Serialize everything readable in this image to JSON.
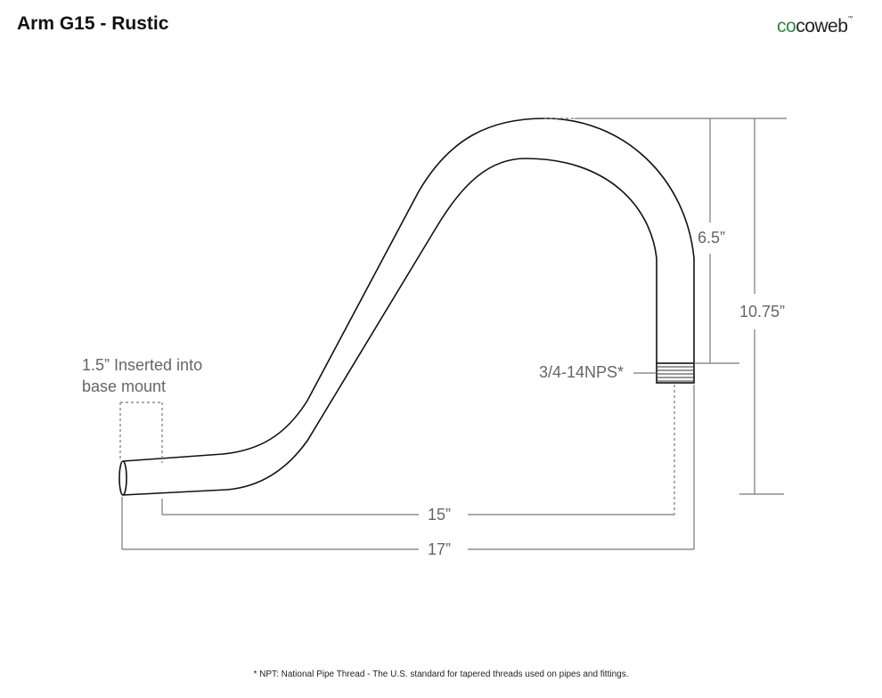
{
  "title": "Arm G15 - Rustic",
  "logo": {
    "part1": "co",
    "part2": "coweb",
    "tm": "™"
  },
  "labels": {
    "inserted_line1": "1.5” Inserted into",
    "inserted_line2": "base mount",
    "thread": "3/4-14NPS*",
    "dim_6_5": "6.5”",
    "dim_10_75": "10.75”",
    "dim_15": "15”",
    "dim_17": "17”"
  },
  "footnote": "* NPT: National Pipe Thread - The U.S. standard for tapered threads used on pipes and fittings."
}
